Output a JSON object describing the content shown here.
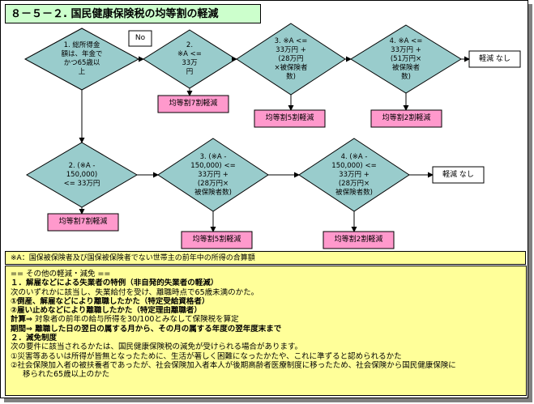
{
  "title": "８－５－２. 国民健康保険税の均等割の軽減",
  "row1": {
    "d1": "1. 総所得金\n額は、年金で\nかつ65歳以\n上",
    "no_label": "No",
    "d2": "2.\n※A <=\n33万\n円",
    "d3": "3. ※A <=\n33万円 +\n(28万円\n×被保険者\n数)",
    "d4": "4. ※A <=\n33万円 +\n(51万円×\n被保険者\n数)",
    "end": "軽減 なし",
    "r1": "均等割7割軽減",
    "r2": "均等割5割軽減",
    "r3": "均等割2割軽減"
  },
  "row2": {
    "d1": "2. (※A -\n150,000)\n<= 33万円",
    "d2": "3. (※A -\n150,000) <=\n33万円 +\n(28万円×\n被保険者数)",
    "d3": "4. (※A -\n150,000) <=\n33万円 +\n(28万円×\n被保険者数)",
    "end": "軽減 なし",
    "r1": "均等割7割軽減",
    "r2": "均等割5割軽減",
    "r3": "均等割2割軽減"
  },
  "note": "※A：国保被保険者及び国保被保険者でない世帯主の前年中の所得の合算額",
  "other": {
    "heading": "== その他の軽減・減免 ==",
    "s1_title": "１．解雇などによる失業者の特例（非自発的失業者の軽減）",
    "s1_line1": "次のいずれかに該当し、失業給付を受け、離職時点で65歳未満のかた。",
    "s1_item1": "①倒産、解雇などにより離職したかた（特定受給資格者）",
    "s1_item2": "②雇い止めなどにより離職したかた（特定理由離職者）",
    "s1_calc_label": "計算⇒",
    "s1_calc": "対象者の前年の給与所得を30/100とみなして保険税を算定",
    "s1_period_label": "期間⇒",
    "s1_period": "離職した日の翌日の属する月から、その月の属する年度の翌年度末まで",
    "s2_title": "２．減免制度",
    "s2_line1": "次の要件に該当されるかたは、国民健康保険税の減免が受けられる場合があります。",
    "s2_item1": "①災害等あるいは所得が皆無となったために、生活が著しく困難になったかたや、これに準ずると認められるかた",
    "s2_item2a": "②社会保険加入者の被扶養者であったが、社会保険加入者本人が後期高齢者医療制度に移ったため、社会保険から国民健康保険に",
    "s2_item2b": "移られた65歳以上のかた"
  },
  "colors": {
    "diamond": "#99cccc",
    "pink": "#ff99cc",
    "title_bg": "#ccffcc",
    "note_bg": "#ffff99"
  }
}
